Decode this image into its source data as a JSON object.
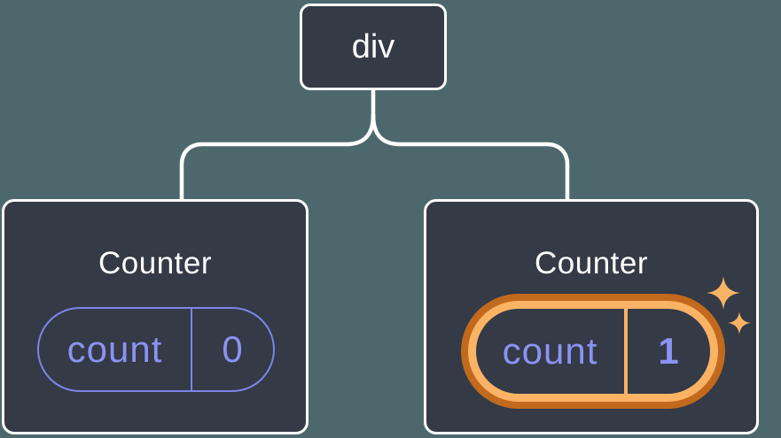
{
  "diagram": {
    "type": "component-tree",
    "background_color": "#4D686D",
    "node_fill_color": "#343A46",
    "connector_color": "#FFFFFF",
    "state_accent_color": "#8C92F2",
    "highlight_ring_outer_color": "#C2691D",
    "highlight_ring_inner_color": "#FAB365",
    "root": {
      "label": "div"
    },
    "children": [
      {
        "title": "Counter",
        "state": {
          "name": "count",
          "value": "0"
        },
        "highlighted": false
      },
      {
        "title": "Counter",
        "state": {
          "name": "count",
          "value": "1"
        },
        "highlighted": true
      }
    ]
  }
}
